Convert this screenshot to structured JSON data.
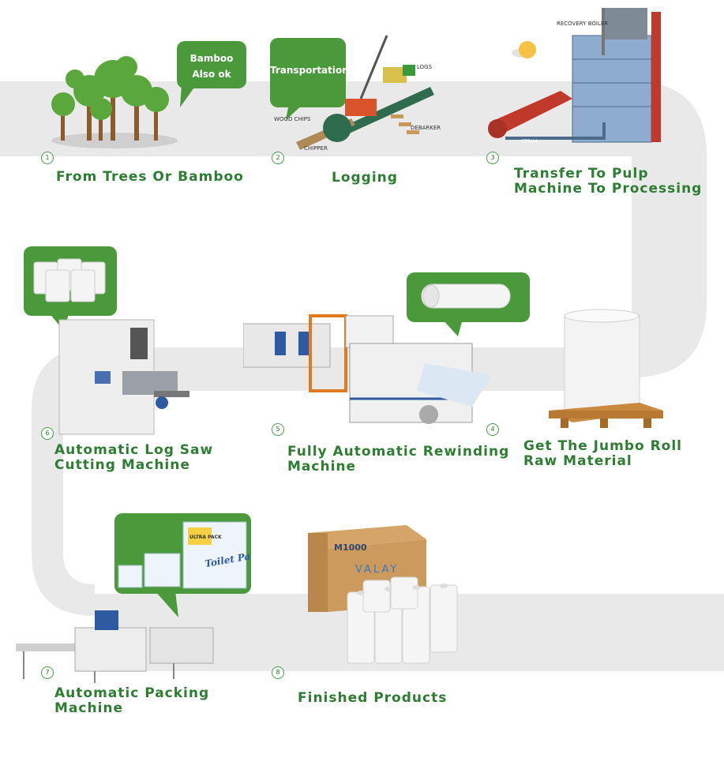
{
  "steps": [
    {
      "num": "1",
      "title_line1": "From Trees Or Bamboo"
    },
    {
      "num": "2",
      "title_line1": "Logging"
    },
    {
      "num": "3",
      "title_line1": "Transfer To Pulp",
      "title_line2": "Machine To Processing"
    },
    {
      "num": "4",
      "title_line1": "Get The Jumbo Roll",
      "title_line2": "Raw Material"
    },
    {
      "num": "5",
      "title_line1": "Fully Automatic Rewinding",
      "title_line2": "Machine"
    },
    {
      "num": "6",
      "title_line1": "Automatic Log Saw",
      "title_line2": "Cutting Machine"
    },
    {
      "num": "7",
      "title_line1": "Automatic Packing",
      "title_line2": "Machine"
    },
    {
      "num": "8",
      "title_line1": "Finished Products"
    }
  ],
  "bubbles": {
    "bamboo": "Bamboo Also ok",
    "transport": "Transportation"
  },
  "labels": {
    "logs": "LOGS",
    "wood_chips": "WOOD CHIPS",
    "chipper": "CHIPPER",
    "debarker": "DEBARKER",
    "recovery_boiler": "RECOVERY BOILER",
    "steam": "STEAM",
    "box_code": "M1000",
    "box_brand": "VALAY",
    "pack_brand": "Toilet Paper",
    "pack_tag": "ULTRA PACK"
  },
  "colors": {
    "accent_green": "#4a9a3c",
    "title_green": "#2e7d32",
    "path_gray": "#e8e8e8"
  }
}
